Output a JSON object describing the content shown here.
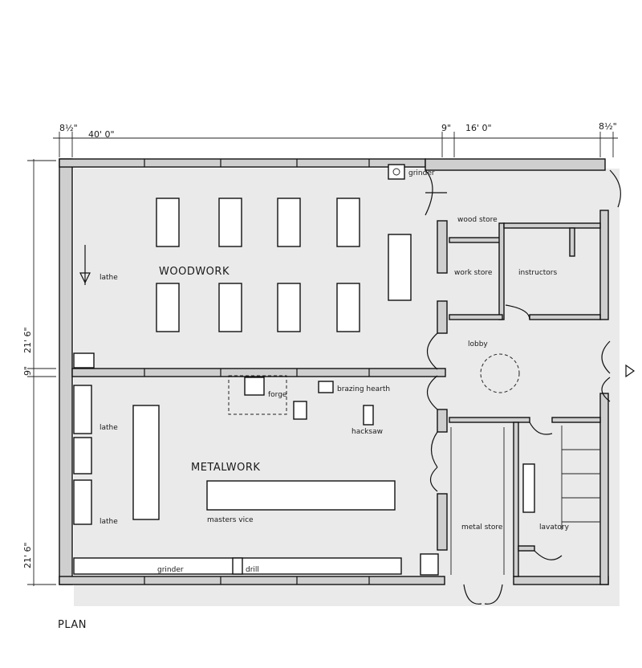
{
  "labels": {
    "plan": "PLAN",
    "woodwork": "WOODWORK",
    "metalwork": "METALWORK",
    "wood_store": "wood store",
    "work_store": "work store",
    "instructors": "instructors",
    "lobby": "lobby",
    "metal_store": "metal store",
    "lavatory": "lavatory",
    "grinder_top": "grinder",
    "lathe_wood": "lathe",
    "forge": "forge",
    "brazing_hearth": "brazing hearth",
    "hacksaw": "hacksaw",
    "lathe_metal_1": "lathe",
    "lathe_metal_2": "lathe",
    "masters_vice": "masters vice",
    "grinder_bottom": "grinder",
    "drill": "drill"
  },
  "dimensions": {
    "top_wall": "8½\"",
    "top_span_1": "40' 0\"",
    "top_partition": "9\"",
    "top_span_2": "16' 0\"",
    "top_wall_right": "8½\"",
    "left_span_1": "21' 6\"",
    "left_partition": "9\"",
    "left_span_2": "21' 6\""
  },
  "colors": {
    "ink": "#111111",
    "wall_fill": "#cfcfcf",
    "paper": "#ffffff"
  }
}
